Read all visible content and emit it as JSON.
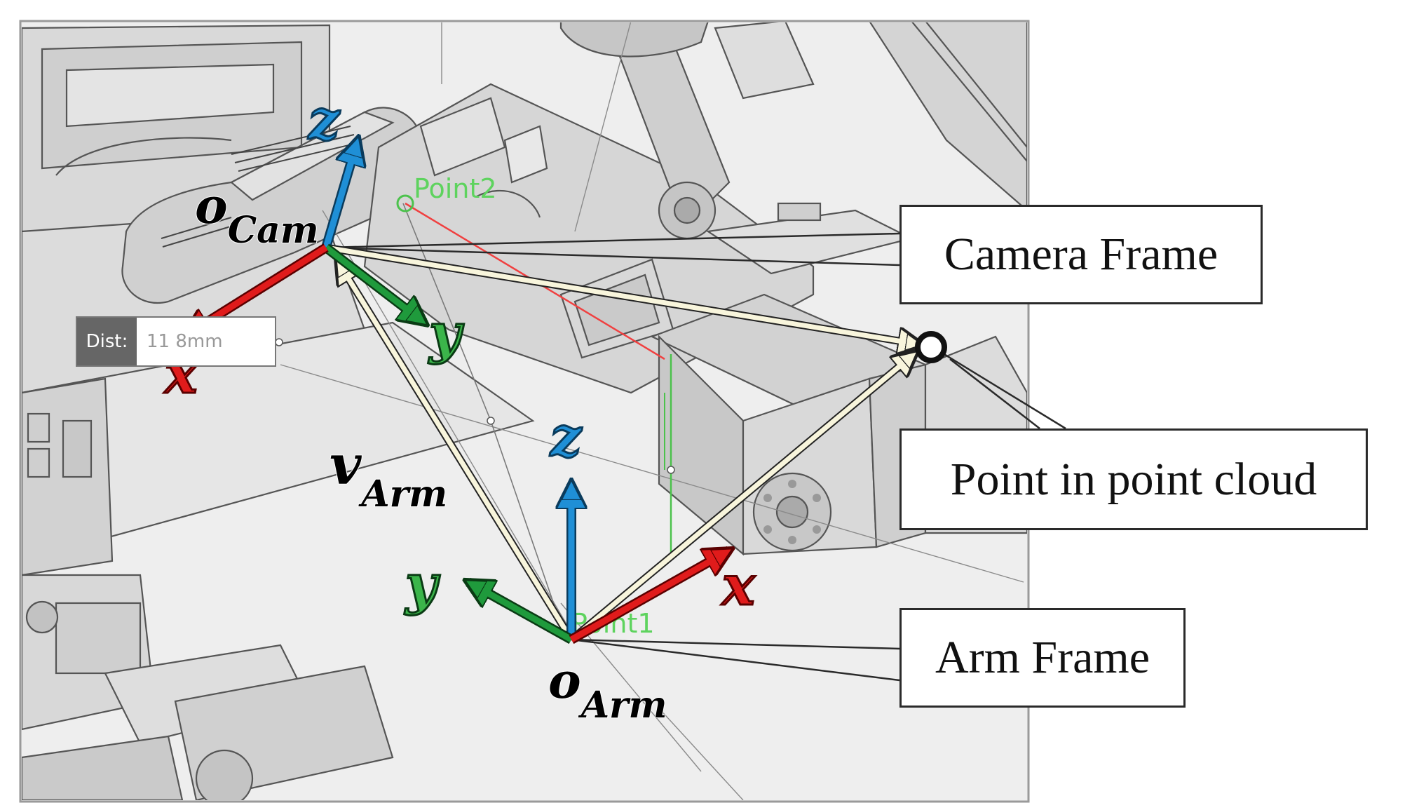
{
  "labels": {
    "camera_frame": "Camera Frame",
    "point_in_cloud": "Point in point cloud",
    "arm_frame": "Arm Frame",
    "o_cam_main": "o",
    "o_cam_sub": "Cam",
    "o_arm_main": "o",
    "o_arm_sub": "Arm",
    "v_arm_main": "v",
    "v_arm_sub": "Arm",
    "cam_z": "z",
    "cam_y": "y",
    "cam_x": "x",
    "arm_z": "z",
    "arm_y": "y",
    "arm_x": "x",
    "point1": "Point1",
    "point2": "Point2"
  },
  "measurement": {
    "label": "Dist:",
    "value": "11  8mm"
  },
  "colors": {
    "z_axis": "#1f8fd6",
    "y_axis": "#1f9a3c",
    "x_axis": "#e01b1b",
    "vector": "#f8f5dc",
    "point_label": "#5ed35e"
  }
}
